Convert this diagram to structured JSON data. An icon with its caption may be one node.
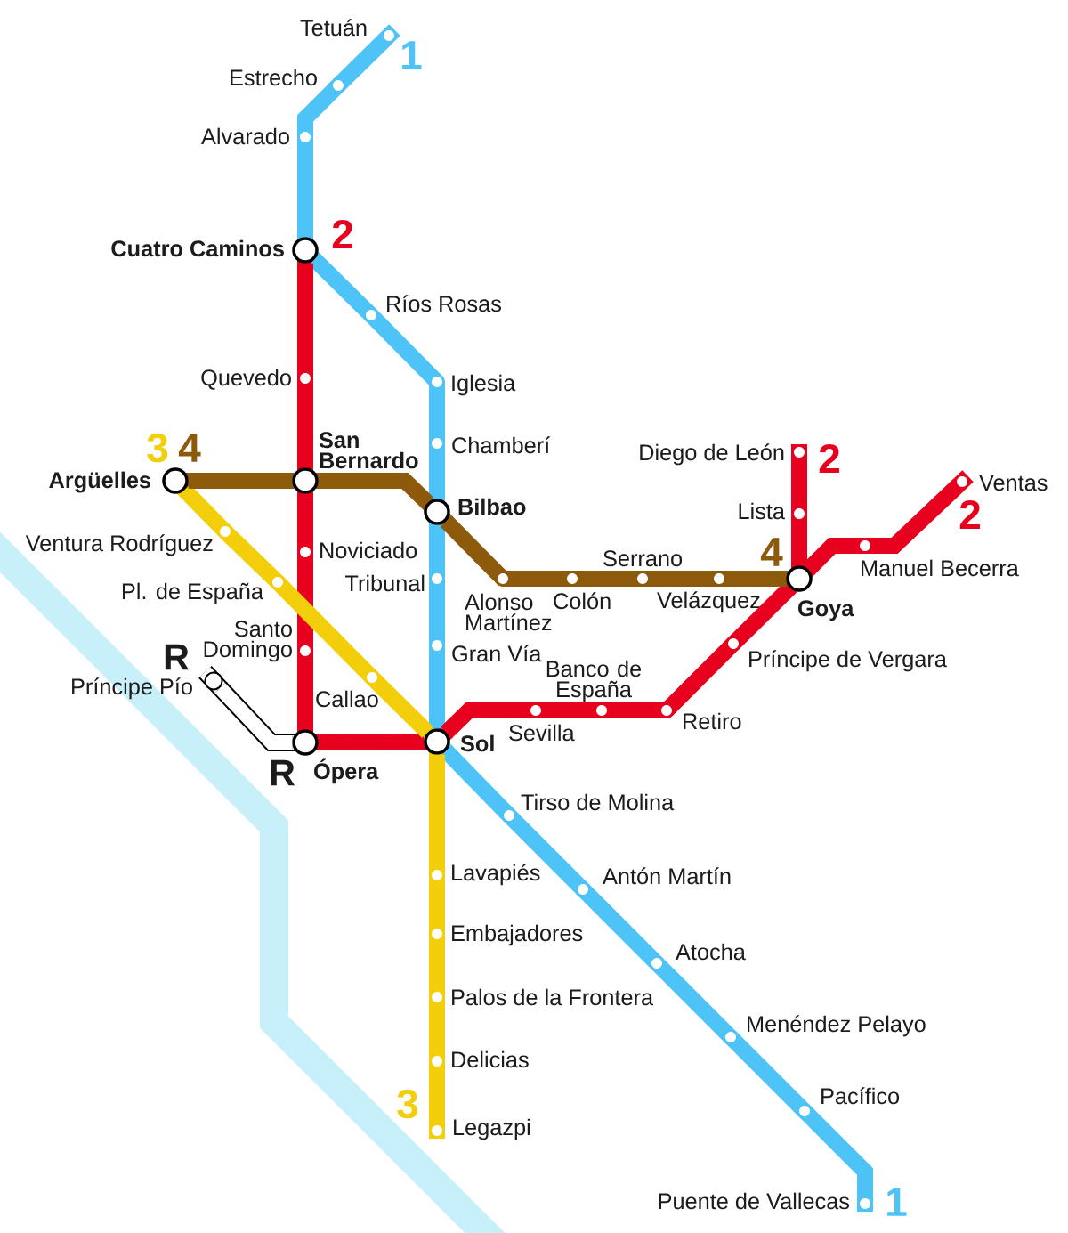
{
  "diagram": {
    "nodes": [
      {
        "text": [
          "Tetuán"
        ]
      },
      {
        "text": [
          "Estrecho"
        ]
      },
      {
        "text": [
          "Alvarado"
        ]
      },
      {
        "text": [
          "Cuatro Caminos"
        ]
      },
      {
        "text": [
          "Ríos Rosas"
        ]
      },
      {
        "text": [
          "Iglesia"
        ]
      },
      {
        "text": [
          "Chamberí"
        ]
      },
      {
        "text": [
          "Bilbao"
        ]
      },
      {
        "text": [
          "Tribunal"
        ]
      },
      {
        "text": [
          "Gran Vía"
        ]
      },
      {
        "text": [
          "Sol"
        ]
      },
      {
        "text": [
          "Tirso de Molina"
        ]
      },
      {
        "text": [
          "Antón Martín"
        ]
      },
      {
        "text": [
          "Atocha"
        ]
      },
      {
        "text": [
          "Menéndez Pelayo"
        ]
      },
      {
        "text": [
          "Pacífico"
        ]
      },
      {
        "text": [
          "Puente de Vallecas"
        ]
      },
      {
        "text": [
          "Quevedo"
        ]
      },
      {
        "text": [
          "San Bernardo"
        ]
      },
      {
        "text": [
          "Noviciado"
        ]
      },
      {
        "text": [
          "Santo Domingo"
        ]
      },
      {
        "text": [
          "Ópera"
        ]
      },
      {
        "text": [
          "Sevilla"
        ]
      },
      {
        "text": [
          "Banco de España"
        ]
      },
      {
        "text": [
          "Retiro"
        ]
      },
      {
        "text": [
          "Príncipe de Vergara"
        ]
      },
      {
        "text": [
          "Goya"
        ]
      },
      {
        "text": [
          "Manuel Becerra"
        ]
      },
      {
        "text": [
          "Ventas"
        ]
      },
      {
        "text": [
          "Lista"
        ]
      },
      {
        "text": [
          "Diego de León"
        ]
      },
      {
        "text": [
          "Argüelles"
        ]
      },
      {
        "text": [
          "Ventura Rodríguez"
        ]
      },
      {
        "text": [
          "Pl. de España"
        ]
      },
      {
        "text": [
          "Callao"
        ]
      },
      {
        "text": [
          "Lavapiés"
        ]
      },
      {
        "text": [
          "Embajadores"
        ]
      },
      {
        "text": [
          "Palos de la Frontera"
        ]
      },
      {
        "text": [
          "Delicias"
        ]
      },
      {
        "text": [
          "Legazpi"
        ]
      },
      {
        "text": [
          "Alonso Martínez"
        ]
      },
      {
        "text": [
          "Colón"
        ]
      },
      {
        "text": [
          "Serrano"
        ]
      },
      {
        "text": [
          "Velázquez"
        ]
      },
      {
        "text": [
          "Príncipe Pío"
        ]
      }
    ],
    "edges": [
      {
        "from": 0,
        "to": 1,
        "arrow": "none",
        "color": "#4dc3f7"
      },
      {
        "from": 1,
        "to": 2,
        "arrow": "none",
        "color": "#4dc3f7"
      },
      {
        "from": 2,
        "to": 3,
        "arrow": "none",
        "color": "#4dc3f7"
      },
      {
        "from": 3,
        "to": 4,
        "arrow": "none",
        "color": "#4dc3f7"
      },
      {
        "from": 4,
        "to": 5,
        "arrow": "none",
        "color": "#4dc3f7"
      },
      {
        "from": 5,
        "to": 6,
        "arrow": "none",
        "color": "#4dc3f7"
      },
      {
        "from": 6,
        "to": 7,
        "arrow": "none",
        "color": "#4dc3f7"
      },
      {
        "from": 7,
        "to": 8,
        "arrow": "none",
        "color": "#4dc3f7"
      },
      {
        "from": 8,
        "to": 9,
        "arrow": "none",
        "color": "#4dc3f7"
      },
      {
        "from": 9,
        "to": 10,
        "arrow": "none",
        "color": "#4dc3f7"
      },
      {
        "from": 10,
        "to": 11,
        "arrow": "none",
        "color": "#4dc3f7"
      },
      {
        "from": 11,
        "to": 12,
        "arrow": "none",
        "color": "#4dc3f7"
      },
      {
        "from": 12,
        "to": 13,
        "arrow": "none",
        "color": "#4dc3f7"
      },
      {
        "from": 13,
        "to": 14,
        "arrow": "none",
        "color": "#4dc3f7"
      },
      {
        "from": 14,
        "to": 15,
        "arrow": "none",
        "color": "#4dc3f7"
      },
      {
        "from": 15,
        "to": 16,
        "arrow": "none",
        "color": "#4dc3f7"
      },
      {
        "from": 3,
        "to": 17,
        "arrow": "none",
        "color": "#e8001f"
      },
      {
        "from": 17,
        "to": 18,
        "arrow": "none",
        "color": "#e8001f"
      },
      {
        "from": 18,
        "to": 19,
        "arrow": "none",
        "color": "#e8001f"
      },
      {
        "from": 19,
        "to": 20,
        "arrow": "none",
        "color": "#e8001f"
      },
      {
        "from": 20,
        "to": 21,
        "arrow": "none",
        "color": "#e8001f"
      },
      {
        "from": 21,
        "to": 10,
        "arrow": "none",
        "color": "#e8001f"
      },
      {
        "from": 10,
        "to": 22,
        "arrow": "none",
        "color": "#e8001f"
      },
      {
        "from": 22,
        "to": 23,
        "arrow": "none",
        "color": "#e8001f"
      },
      {
        "from": 23,
        "to": 24,
        "arrow": "none",
        "color": "#e8001f"
      },
      {
        "from": 24,
        "to": 25,
        "arrow": "none",
        "color": "#e8001f"
      },
      {
        "from": 25,
        "to": 26,
        "arrow": "none",
        "color": "#e8001f"
      },
      {
        "from": 26,
        "to": 27,
        "arrow": "none",
        "color": "#e8001f"
      },
      {
        "from": 27,
        "to": 28,
        "arrow": "none",
        "color": "#e8001f"
      },
      {
        "from": 26,
        "to": 29,
        "arrow": "none",
        "color": "#e8001f"
      },
      {
        "from": 29,
        "to": 30,
        "arrow": "none",
        "color": "#e8001f"
      },
      {
        "from": 31,
        "to": 32,
        "arrow": "none",
        "color": "#f3ce0a"
      },
      {
        "from": 32,
        "to": 33,
        "arrow": "none",
        "color": "#f3ce0a"
      },
      {
        "from": 33,
        "to": 34,
        "arrow": "none",
        "color": "#f3ce0a"
      },
      {
        "from": 34,
        "to": 10,
        "arrow": "none",
        "color": "#f3ce0a"
      },
      {
        "from": 10,
        "to": 35,
        "arrow": "none",
        "color": "#f3ce0a"
      },
      {
        "from": 35,
        "to": 36,
        "arrow": "none",
        "color": "#f3ce0a"
      },
      {
        "from": 36,
        "to": 37,
        "arrow": "none",
        "color": "#f3ce0a"
      },
      {
        "from": 37,
        "to": 38,
        "arrow": "none",
        "color": "#f3ce0a"
      },
      {
        "from": 38,
        "to": 39,
        "arrow": "none",
        "color": "#f3ce0a"
      },
      {
        "from": 31,
        "to": 18,
        "arrow": "none",
        "color": "#8c5a0a"
      },
      {
        "from": 18,
        "to": 7,
        "arrow": "none",
        "color": "#8c5a0a"
      },
      {
        "from": 7,
        "to": 40,
        "arrow": "none",
        "color": "#8c5a0a"
      },
      {
        "from": 40,
        "to": 41,
        "arrow": "none",
        "color": "#8c5a0a"
      },
      {
        "from": 41,
        "to": 42,
        "arrow": "none",
        "color": "#8c5a0a"
      },
      {
        "from": 42,
        "to": 43,
        "arrow": "none",
        "color": "#8c5a0a"
      },
      {
        "from": 43,
        "to": 26,
        "arrow": "none",
        "color": "#8c5a0a"
      },
      {
        "from": 21,
        "to": 44,
        "arrow": "none",
        "color": "#000000"
      }
    ],
    "labels": [
      "1",
      "2",
      "3",
      "4",
      "2",
      "2",
      "4",
      "R",
      "R",
      "3",
      "1"
    ]
  }
}
